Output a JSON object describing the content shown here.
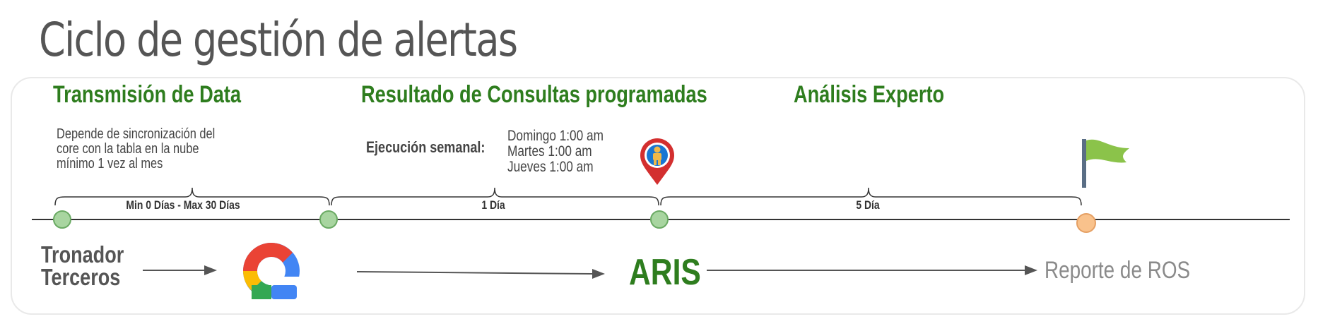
{
  "title": "Ciclo de gestión de alertas",
  "stages": {
    "transmission": "Transmisión de Data",
    "scheduled_queries": "Resultado de Consultas programadas",
    "expert_analysis": "Análisis Experto"
  },
  "transmission_desc": [
    "Depende de sincronización del",
    "core con la tabla en la nube",
    "mínimo 1 vez al mes"
  ],
  "execution": {
    "label": "Ejecución semanal:",
    "schedule": [
      "Domingo 1:00 am",
      "Martes 1:00 am",
      "Jueves 1:00 am"
    ]
  },
  "durations": {
    "first": "Min 0 Días - Max 30 Días",
    "second": "1 Día",
    "third": "5 Día"
  },
  "flow": {
    "source_line1": "Tronador",
    "source_line2": "Terceros",
    "system": "ARIS",
    "output": "Reporte de ROS"
  },
  "icons": {
    "cloud": "google-cloud-icon",
    "pin": "map-pin-person-icon",
    "flag": "finish-flag-icon"
  },
  "colors": {
    "stage_green": "#2e7d1e",
    "node_green": "#a8d5a0",
    "node_orange": "#f9c28c",
    "pin_red": "#d32f2f",
    "flag_green": "#8bc34a"
  }
}
